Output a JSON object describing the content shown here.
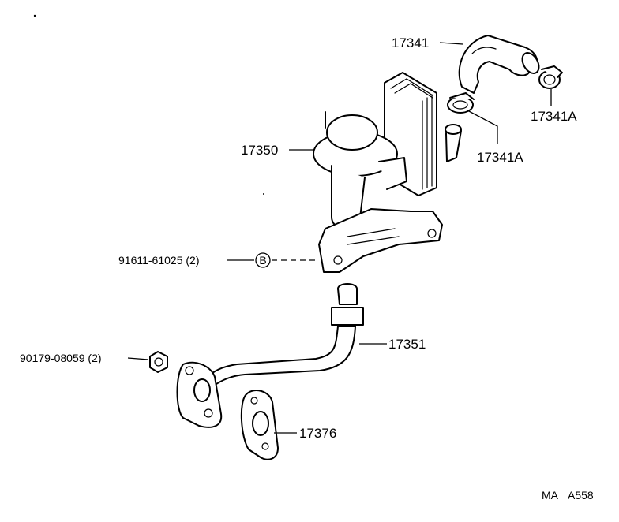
{
  "callouts": {
    "hose": "17341",
    "clamp_upper": "17341A",
    "clamp_lower": "17341A",
    "egr_valve": "17350",
    "bolt": "91611-61025 (2)",
    "bolt_marker": "B",
    "pipe": "17351",
    "nut": "90179-08059 (2)",
    "gasket": "17376"
  },
  "footer": {
    "code_left": "MA",
    "code_right": "A558"
  }
}
